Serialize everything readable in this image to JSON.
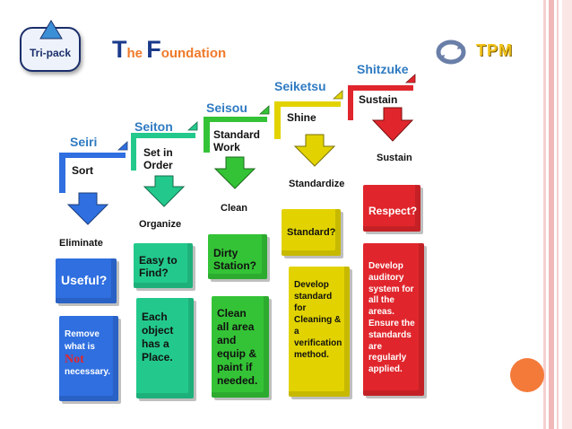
{
  "logo": {
    "text": "Tri-pack"
  },
  "title": {
    "first_cap": "T",
    "first_rest": "he ",
    "second_cap": "F",
    "second_rest": "oundation"
  },
  "badge": {
    "text": "TPM"
  },
  "steps": [
    {
      "label": "Seiri",
      "translation": "Sort",
      "action": "Eliminate",
      "question": "Useful?",
      "detail": "Remove\nwhat is",
      "detail_highlight": "Not",
      "detail_tail": "necessary.",
      "color": "#2f6fe0"
    },
    {
      "label": "Seiton",
      "translation": "Set in\nOrder",
      "action": "Organize",
      "question": "Easy to\nFind?",
      "detail": "Each\nobject\nhas a\nPlace.",
      "color": "#23c98c"
    },
    {
      "label": "Seisou",
      "translation": "Standard\nWork",
      "action": "Clean",
      "question": "Dirty\nStation?",
      "detail": "Clean\nall area\nand\nequip &\npaint if\nneeded.",
      "color": "#34c336"
    },
    {
      "label": "Seiketsu",
      "translation": "Shine",
      "action": "Standardize",
      "question": "Standard?",
      "detail": "Develop\nstandard\nfor\nCleaning &\na\nverification\nmethod.",
      "color": "#e2d300"
    },
    {
      "label": "Shitzuke",
      "translation": "Sustain",
      "action": "Sustain",
      "question": "Respect?",
      "detail": "Develop\nauditory\nsystem for\nall the\nareas.\nEnsure the\nstandards\nare\nregularly\napplied.",
      "color": "#e0262c"
    }
  ],
  "colors": {
    "title": "#1a3a8a",
    "step_label": "#2f7bc2",
    "orange_dot": "#f47a3a",
    "stripe": "#f2b7b7"
  }
}
